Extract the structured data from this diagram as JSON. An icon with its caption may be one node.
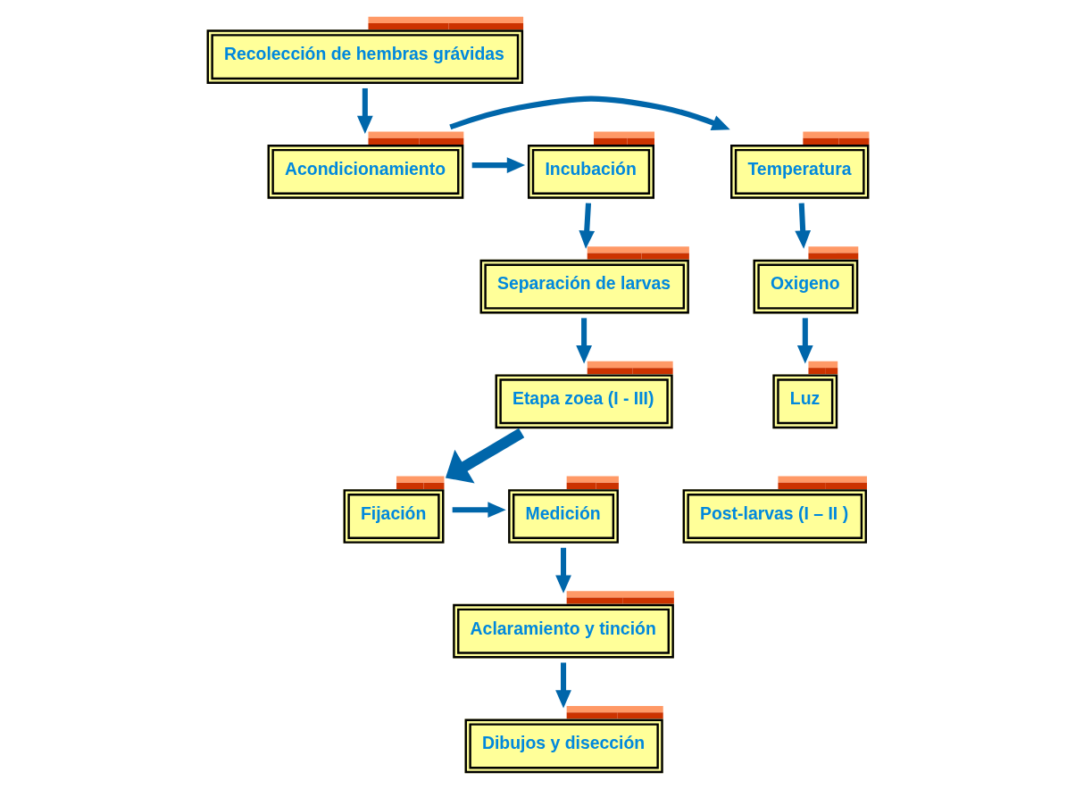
{
  "diagram": {
    "nodes": [
      {
        "text": [
          "Recolección de hembras grávidas"
        ]
      },
      {
        "text": [
          "Acondicionamiento"
        ]
      },
      {
        "text": [
          "Temperatura"
        ]
      },
      {
        "text": [
          "Incubación"
        ]
      },
      {
        "text": [
          "Oxigeno"
        ]
      },
      {
        "text": [
          "Separación de larvas"
        ]
      },
      {
        "text": [
          "Luz"
        ]
      },
      {
        "text": [
          "Medición"
        ]
      },
      {
        "text": [
          "Fijación"
        ]
      },
      {
        "text": [
          "Etapa zoea (I - III)"
        ]
      },
      {
        "text": [
          "Aclaramiento y tinción"
        ]
      },
      {
        "text": [
          "Post-larvas (I – II )"
        ]
      },
      {
        "text": [
          "Dibujos y disección"
        ]
      }
    ],
    "edges": [
      {
        "from": 0,
        "to": 1,
        "arrow": "to"
      },
      {
        "from": 1,
        "to": 2,
        "arrow": "to"
      },
      {
        "from": 1,
        "to": 3,
        "arrow": "to"
      },
      {
        "from": 2,
        "to": 4,
        "arrow": "to"
      },
      {
        "from": 3,
        "to": 5,
        "arrow": "to"
      },
      {
        "from": 4,
        "to": 6,
        "arrow": "to"
      },
      {
        "from": 5,
        "to": 9,
        "arrow": "to"
      },
      {
        "from": 8,
        "to": 7,
        "arrow": "to"
      },
      {
        "from": 7,
        "to": 10,
        "arrow": "to"
      },
      {
        "from": 9,
        "to": 8,
        "arrow": "to",
        "style": "thick"
      },
      {
        "from": 10,
        "to": 12,
        "arrow": "to"
      }
    ]
  }
}
